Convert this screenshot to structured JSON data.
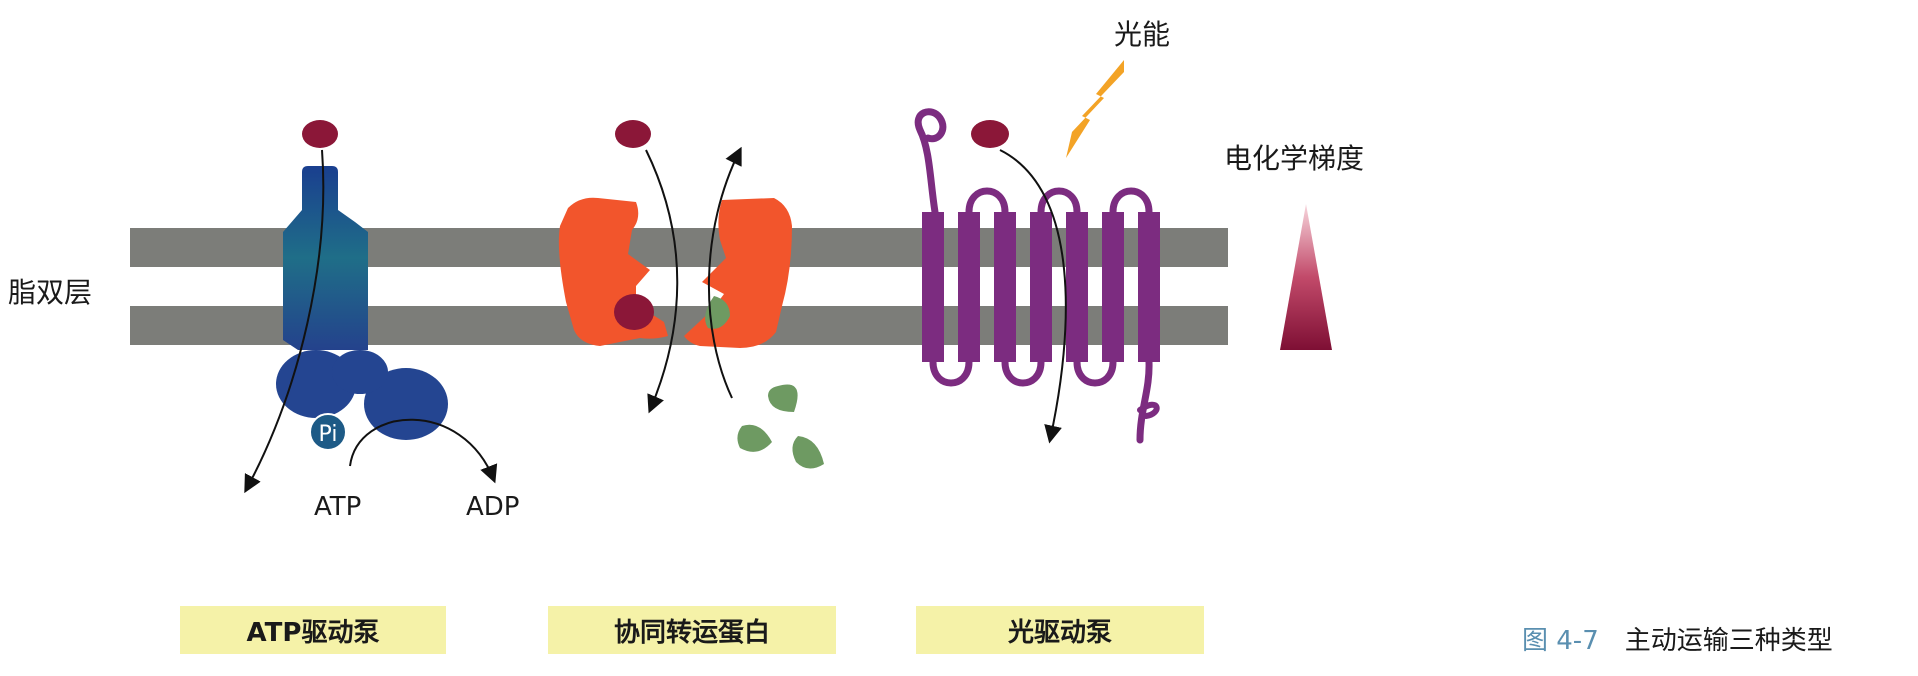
{
  "labels": {
    "lipid_bilayer": "脂双层",
    "light_energy": "光能",
    "gradient": "电化学梯度",
    "atp": "ATP",
    "adp": "ADP",
    "pi": "Pi"
  },
  "pumps": [
    {
      "label": "ATP驱动泵"
    },
    {
      "label": "协同转运蛋白"
    },
    {
      "label": "光驱动泵"
    }
  ],
  "caption": {
    "figure_number": "图 4-7",
    "title": "主动运输三种类型"
  },
  "colors": {
    "membrane": "#7c7d79",
    "atp_pump": "#1f5f86",
    "cotransporter": "#f2552c",
    "light_pump": "#7c2c80",
    "solute": "#8b1738",
    "cosolute": "#6e9a62",
    "light_arrow": "#f3a326",
    "label_box": "#f5f2a8"
  }
}
